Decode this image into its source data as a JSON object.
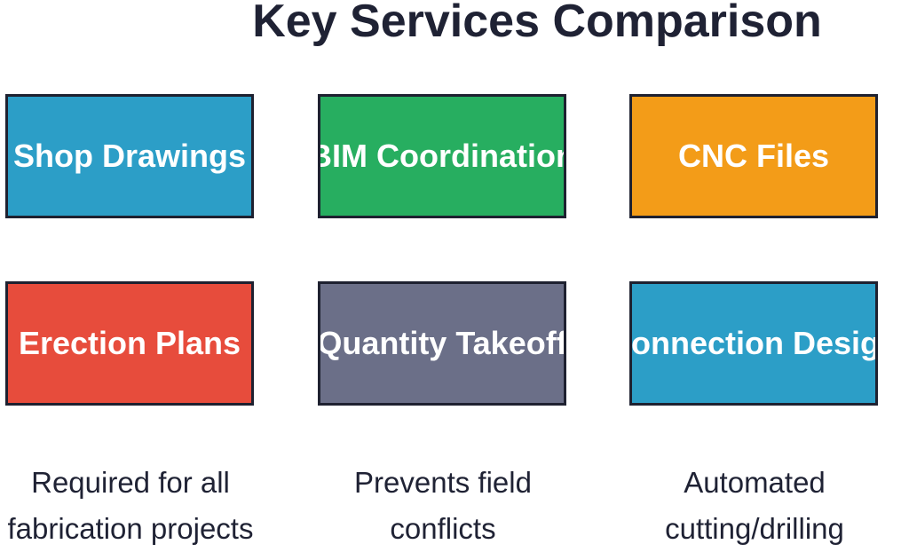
{
  "title": "Key Services Comparison",
  "cards": [
    {
      "label": "Shop Drawings",
      "color": "#2c9ec7"
    },
    {
      "label": "BIM Coordination",
      "color": "#27ae60"
    },
    {
      "label": "CNC Files",
      "color": "#f39c18"
    },
    {
      "label": "Erection Plans",
      "color": "#e74c3c"
    },
    {
      "label": "Quantity Takeoff",
      "color": "#6b6f88"
    },
    {
      "label": "Connection Design",
      "color": "#2c9ec7"
    }
  ],
  "notes": [
    {
      "line1": "Required for all",
      "line2": "fabrication projects"
    },
    {
      "line1": "Prevents field",
      "line2": "conflicts"
    },
    {
      "line1": "Automated",
      "line2": "cutting/drilling"
    }
  ],
  "colors": {
    "text": "#1f2234",
    "border": "#1e2130"
  }
}
